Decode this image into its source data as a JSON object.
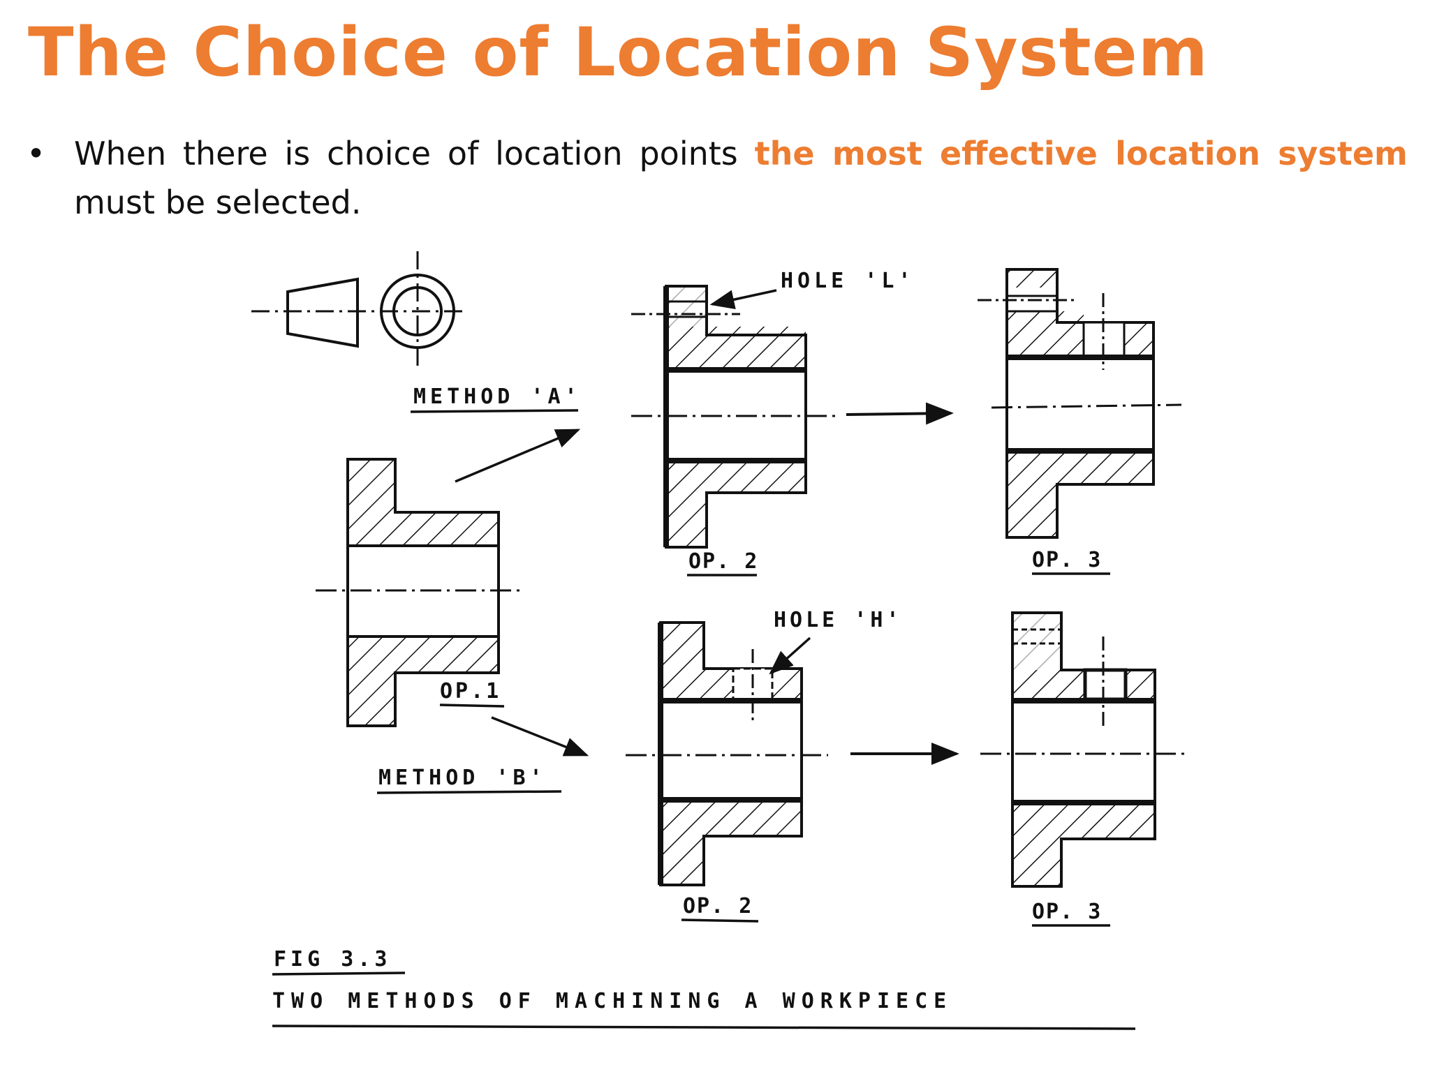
{
  "title": "The Choice of Location System",
  "bullet": {
    "before": "When there is choice of location points",
    "highlight": "the most effective location system",
    "after": "must be selected."
  },
  "diagram": {
    "method_a": "METHOD 'A'",
    "method_b": "METHOD 'B'",
    "op1": "OP.1",
    "op2": "OP. 2",
    "op3": "OP. 3",
    "hole_l": "HOLE 'L'",
    "hole_h": "HOLE 'H'",
    "fig_number": "FIG 3.3",
    "caption": "TWO METHODS OF MACHINING A WORKPIECE"
  },
  "colors": {
    "accent": "#ED7D31",
    "ink": "#111111"
  }
}
